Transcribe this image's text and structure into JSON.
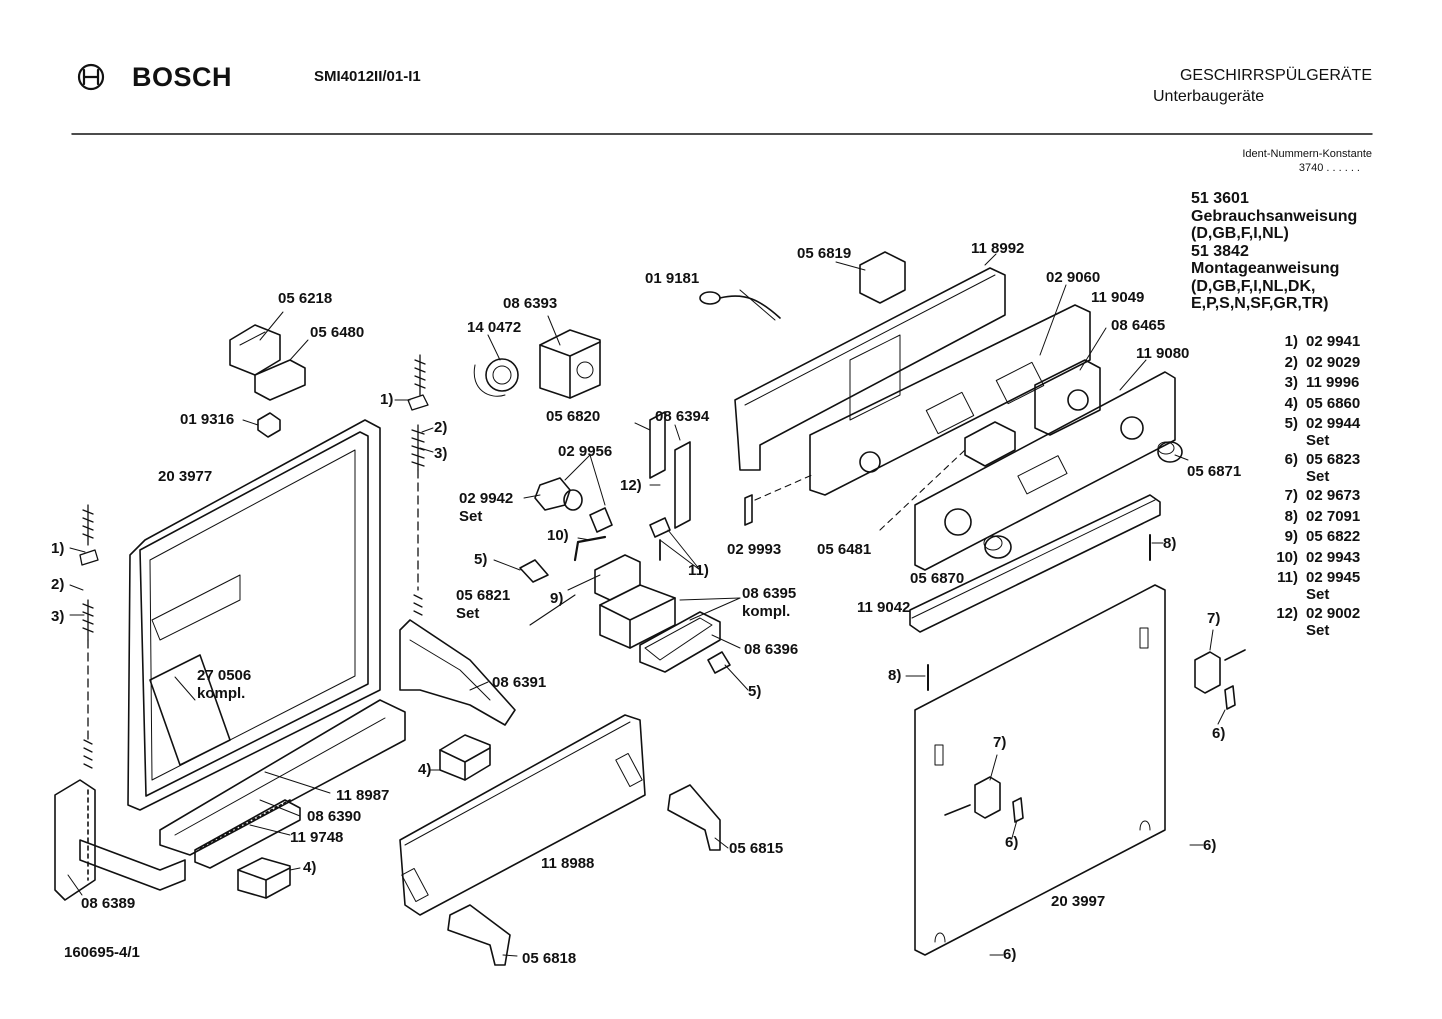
{
  "header": {
    "brand": "BOSCH",
    "model": "SMI4012II/01-I1",
    "category": "GESCHIRRSPÜLGERÄTE",
    "subcategory": "Unterbaugeräte",
    "ident_label": "Ident-Nummern-Konstante",
    "ident_value": "3740  . .   . . . ."
  },
  "documents": [
    {
      "number": "51 3601",
      "title": "Gebrauchsanweisung",
      "languages": "(D,GB,F,I,NL)"
    },
    {
      "number": "51 3842",
      "title": "Montageanweisung",
      "languages": "(D,GB,F,I,NL,DK, E,P,S,N,SF,GR,TR)"
    }
  ],
  "legend": [
    {
      "num": "1)",
      "code": "02 9941",
      "note": ""
    },
    {
      "num": "2)",
      "code": "02 9029",
      "note": ""
    },
    {
      "num": "3)",
      "code": "11 9996",
      "note": ""
    },
    {
      "num": "4)",
      "code": "05 6860",
      "note": ""
    },
    {
      "num": "5)",
      "code": "02 9944",
      "note": "Set"
    },
    {
      "num": "6)",
      "code": "05 6823",
      "note": "Set"
    },
    {
      "num": "7)",
      "code": "02 9673",
      "note": ""
    },
    {
      "num": "8)",
      "code": "02 7091",
      "note": ""
    },
    {
      "num": "9)",
      "code": "05 6822",
      "note": ""
    },
    {
      "num": "10)",
      "code": "02 9943",
      "note": ""
    },
    {
      "num": "11)",
      "code": "02 9945",
      "note": "Set"
    },
    {
      "num": "12)",
      "code": "02 9002",
      "note": "Set"
    }
  ],
  "part_labels": [
    "05 6218",
    "05 6480",
    "08 6393",
    "14 0472",
    "01 9181",
    "05 6819",
    "11 8992",
    "02 9060",
    "11 9049",
    "08 6465",
    "11 9080",
    "01 9316",
    "1)",
    "2)",
    "3)",
    "20 3977",
    "05 6820",
    "08 6394",
    "02 9956",
    "02 9942",
    "Set",
    "12)",
    "10)",
    "5)",
    "9)",
    "11)",
    "02 9993",
    "05 6481",
    "05 6871",
    "05 6821",
    "Set",
    "08 6395",
    "kompl.",
    "08 6396",
    "5)",
    "05 6870",
    "8)",
    "11 9042",
    "1)",
    "2)",
    "3)",
    "27 0506",
    "kompl.",
    "08 6391",
    "8)",
    "7)",
    "6)",
    "4)",
    "11 8987",
    "08 6390",
    "11 9748",
    "4)",
    "7)",
    "6)",
    "05 6815",
    "11 8988",
    "6)",
    "20 3997",
    "08 6389",
    "05 6818",
    "6)"
  ],
  "footer": {
    "drawing_number": "160695-4/1"
  }
}
